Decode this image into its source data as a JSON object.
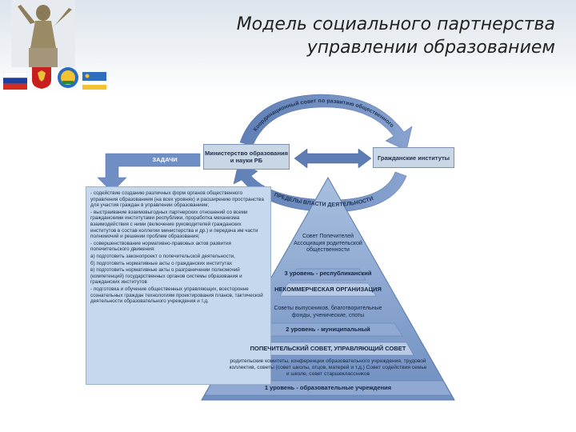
{
  "title": {
    "line1": "Модель социального партнерства",
    "line2": "управлении образованием"
  },
  "emblems": {
    "flags": [
      "russia-flag",
      "russia-coat-of-arms",
      "buryatia-coat-of-arms",
      "buryatia-flag"
    ],
    "statue": "monument-statue"
  },
  "diagram": {
    "ministry_box": "Министерство образования и науки РБ",
    "civil_box": "Гражданские институты",
    "tasks_label": "ЗАДАЧИ",
    "arc_top_text": "Координационный совет по развитию общественного участия",
    "arc_bottom_text": "ПРЕДЕЛЫ ВЛАСТИ ДЕЯТЕЛЬНОСТИ",
    "tasks_items": [
      "- содействие созданию различных форм органов общественного управления образованием (на всех уровнях) и расширению пространства для участия граждан в управлении образованием;",
      "- выстраивание взаимовыгодных партнерских отношений со всеми гражданскими институтами республики, проработка механизма взаимодействия с ними (включение руководителей гражданских институтов в состав коллегии министерства и др.) и передача им части полномочий и решении проблем образования;",
      "- совершенствование нормативно-правовых актов развития попечительского движения:",
      "а) подготовить законопроект о попечительской деятельности,",
      "б) подготовить нормативные акты о гражданских институтах",
      "в) подготовить нормативные акты о разграничении полномочий (компетенций) государственных органов системы образования и гражданских институтов",
      "- подготовка и обучение общественных управляющих, всесторонне сознательных граждан технологиям проектирования планов, тактической деятельности образовательного учреждения и т.д."
    ],
    "pyramid": {
      "level3_body": "Совет Попечителей Ассоциация родительской общественности",
      "level3_label": "3 уровень - республиканский",
      "level3_org": "НЕКОММЕРЧЕСКАЯ ОРГАНИЗАЦИЯ",
      "level2_body": "Советы выпускников, благотворительные фонды, ученические, споты",
      "level2_label": "2 уровень - муниципальный",
      "level1_org": "ПОПЕЧИТЕЛЬСКИЙ СОВЕТ, УПРАВЛЯЮЩИЙ СОВЕТ",
      "level1_body": "родительские комитеты, конференции образовательного учреждения, трудовой коллектив, советы (совет школы, отцов, матерей и т.д.) Совет содействия семье и школе, совет старшеклассников",
      "level1_label": "1 уровень - образовательные учреждения"
    }
  }
}
